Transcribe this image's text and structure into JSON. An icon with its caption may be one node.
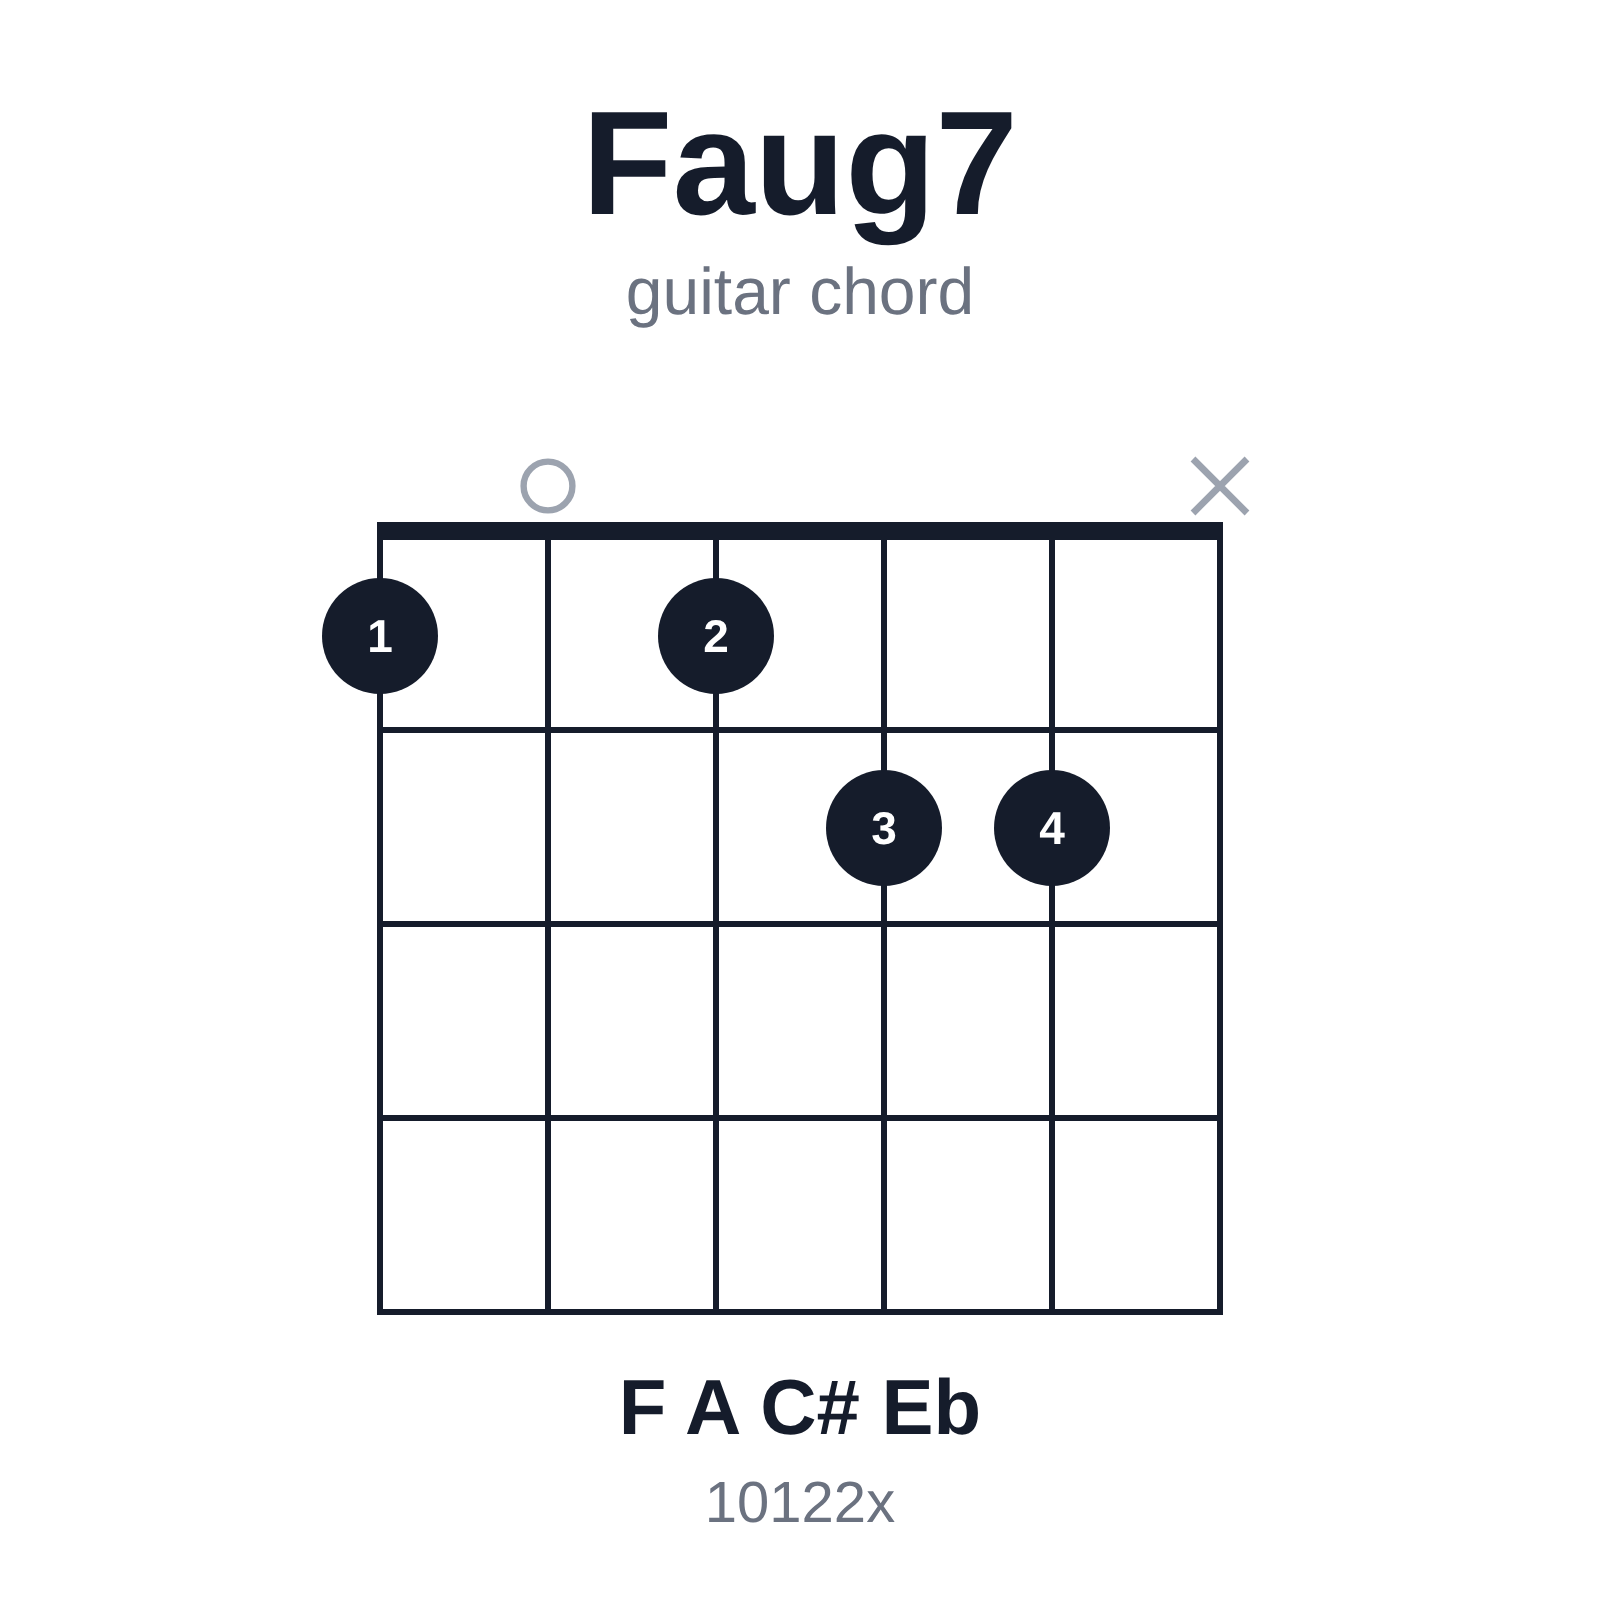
{
  "diagram": {
    "title": "Faug7",
    "nodes": [
      {
        "text": [],
        "shape": "circle"
      },
      {
        "text": [],
        "shape": "cross"
      },
      {
        "text": [
          "1"
        ]
      },
      {
        "text": [
          "2"
        ]
      },
      {
        "text": [
          "3"
        ]
      },
      {
        "text": [
          "4"
        ]
      }
    ],
    "labels": [
      "guitar chord",
      "F A C# Eb",
      "10122x"
    ]
  }
}
